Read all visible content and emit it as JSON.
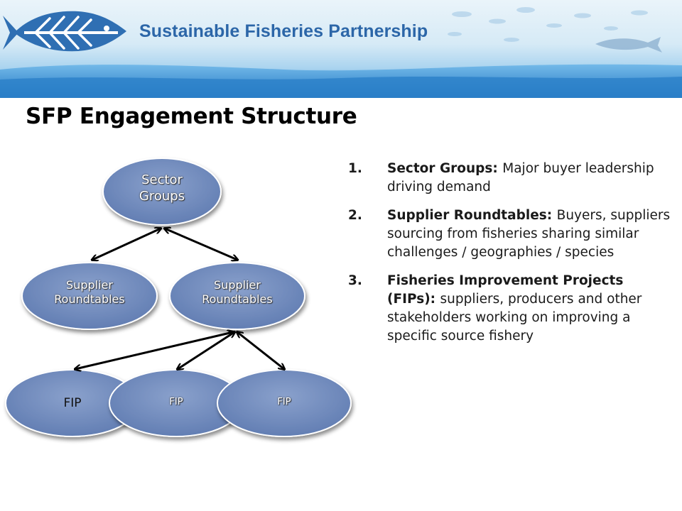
{
  "header": {
    "org_name": "Sustainable Fisheries Partnership"
  },
  "slide": {
    "title": "SFP Engagement Structure"
  },
  "diagram": {
    "nodes": {
      "sector_groups": "Sector Groups",
      "supplier_roundtables_1": "Supplier Roundtables",
      "supplier_roundtables_2": "Supplier Roundtables",
      "fip_1": "FIP",
      "fip_2": "FIP",
      "fip_3": "FIP"
    }
  },
  "points": [
    {
      "number": "1.",
      "term": "Sector Groups:",
      "text": "Major buyer leadership driving demand"
    },
    {
      "number": "2.",
      "term": "Supplier Roundtables:",
      "text": "Buyers, suppliers sourcing from fisheries sharing similar challenges / geographies / species"
    },
    {
      "number": "3.",
      "term": "Fisheries Improvement Projects (FIPs):",
      "text": "suppliers, producers and other stakeholders working on improving a specific source fishery"
    }
  ],
  "colors": {
    "node_fill": "#6d87b9",
    "node_stroke": "#ffffff",
    "arrow": "#000000",
    "brand_blue": "#2c66a8"
  }
}
